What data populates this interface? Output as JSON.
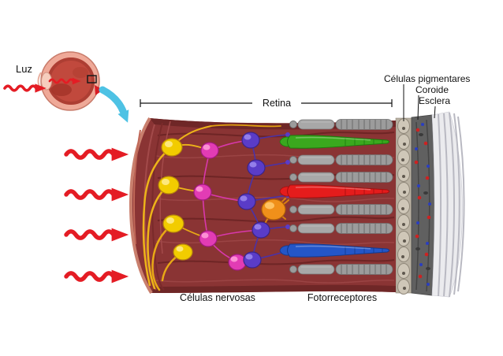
{
  "labels": {
    "luz": "Luz",
    "retina": "Retina",
    "celulas_pigmentares": "Células pigmentares",
    "coroide": "Coroide",
    "esclera": "Esclera",
    "celulas_nervosas": "Células nervosas",
    "fotorreceptores": "Fotorreceptores"
  },
  "colors": {
    "light_arrow": "#e41c24",
    "magnify_arrow": "#4ec2e4",
    "tissue": "#8a3434",
    "cell_yellow": "#f2cc00",
    "cell_pink": "#e23cb4",
    "cell_purple": "#5a3cc8",
    "cell_orange": "#f0901a",
    "cone_green": "#3aa81e",
    "cone_red": "#e51c1c",
    "cone_blue": "#2456c8",
    "rod_gray": "#9c9c9c",
    "pigment_layer": "#b9b1a2",
    "choroid": "#606060",
    "sclera": "#ebebee"
  }
}
